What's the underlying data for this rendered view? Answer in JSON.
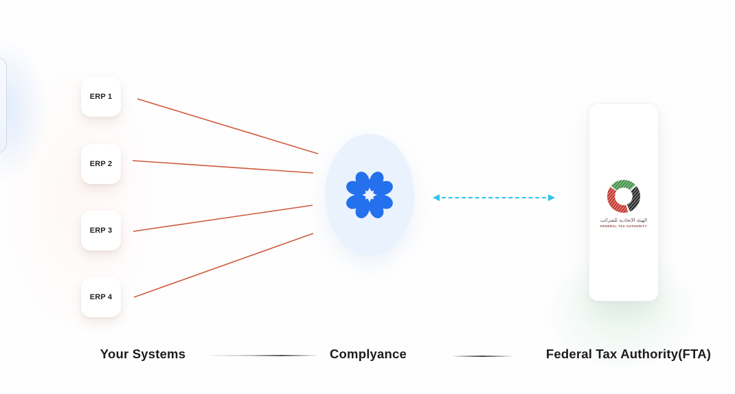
{
  "diagram": {
    "title": "ERP systems to Complyance to Federal Tax Authority integration diagram",
    "erp": {
      "nodes": [
        {
          "label": "ERP 1"
        },
        {
          "label": "ERP 2"
        },
        {
          "label": "ERP 3"
        },
        {
          "label": "ERP 4"
        }
      ],
      "connection_line_color": "#cf5a3a"
    },
    "center_node": {
      "icon": "complyance-asterisk-logo",
      "logo_color": "#2470ed",
      "bubble_color": "#eaf2fd"
    },
    "sync_arrow": {
      "style": "dashed-double-headed",
      "color": "#2fc3ef"
    },
    "fta_card": {
      "logo_icon": "fta-ring-logo",
      "arabic_name": "الهيئة الاتحادية للضرائب",
      "english_name": "FEDERAL TAX AUTHORITY",
      "logo_colors": {
        "green": "#43914a",
        "black": "#2b2b2b",
        "red": "#c4382f"
      }
    },
    "footer": {
      "left_label": "Your Systems",
      "center_label": "Complyance",
      "right_label": "Federal Tax Authority(FTA)"
    }
  }
}
